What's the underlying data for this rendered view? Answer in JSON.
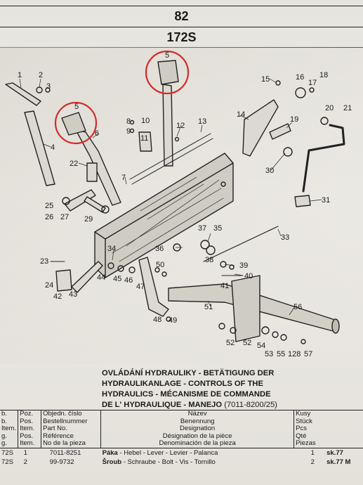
{
  "header": {
    "page_number": "82",
    "model": "172S"
  },
  "callouts": [
    {
      "num": "1"
    },
    {
      "num": "2"
    },
    {
      "num": "3"
    },
    {
      "num": "4"
    },
    {
      "num": "5"
    },
    {
      "num": "5"
    },
    {
      "num": "6"
    },
    {
      "num": "7"
    },
    {
      "num": "8"
    },
    {
      "num": "9"
    },
    {
      "num": "10"
    },
    {
      "num": "11"
    },
    {
      "num": "12"
    },
    {
      "num": "13"
    },
    {
      "num": "14"
    },
    {
      "num": "15"
    },
    {
      "num": "16"
    },
    {
      "num": "17"
    },
    {
      "num": "18"
    },
    {
      "num": "19"
    },
    {
      "num": "20"
    },
    {
      "num": "21"
    },
    {
      "num": "22"
    },
    {
      "num": "23"
    },
    {
      "num": "24"
    },
    {
      "num": "25"
    },
    {
      "num": "26"
    },
    {
      "num": "27"
    },
    {
      "num": "29"
    },
    {
      "num": "30"
    },
    {
      "num": "31"
    },
    {
      "num": "33"
    },
    {
      "num": "34"
    },
    {
      "num": "35"
    },
    {
      "num": "36"
    },
    {
      "num": "37"
    },
    {
      "num": "38"
    },
    {
      "num": "39"
    },
    {
      "num": "40"
    },
    {
      "num": "41"
    },
    {
      "num": "42"
    },
    {
      "num": "43"
    },
    {
      "num": "44"
    },
    {
      "num": "45"
    },
    {
      "num": "46"
    },
    {
      "num": "47"
    },
    {
      "num": "48"
    },
    {
      "num": "49"
    },
    {
      "num": "50"
    },
    {
      "num": "51"
    },
    {
      "num": "52"
    },
    {
      "num": "52"
    },
    {
      "num": "53"
    },
    {
      "num": "54"
    },
    {
      "num": "55"
    },
    {
      "num": "56"
    },
    {
      "num": "57"
    },
    {
      "num": "128"
    }
  ],
  "caption": {
    "line1": "OVLÁDÁNÍ HYDRAULIKY - BETÄTIGUNG DER",
    "line2": "HYDRAULIKANLAGE - CONTROLS OF THE",
    "line3": "HYDRAULICS - MÉCANISME DE COMMANDE",
    "line4": "DE L' HYDRAULIQUE - MANEJO",
    "line4_code": "(7011-8200/25)"
  },
  "columns": {
    "col0": [
      "b.",
      "b.",
      "Item.",
      "g.",
      "g."
    ],
    "poz": [
      "Poz.",
      "Pos.",
      "Item.",
      "Pos.",
      "Item."
    ],
    "cislo": [
      "Objedn. číslo",
      "Bestellnummer",
      "Part No.",
      "Référence",
      "No de la pieza"
    ],
    "nazev": [
      "Název",
      "Benennung",
      "Designation",
      "Désignation de la pièce",
      "Denominación de la pieza"
    ],
    "kusy": [
      "Kusy",
      "Stück",
      "Pcs",
      "Qté",
      "Piezas"
    ]
  },
  "rows": [
    {
      "model": "72S",
      "pos": "1",
      "part_no": "7011-8251",
      "name_bold": "Páka",
      "name_rest": " - Hebel - Lever - Levier - Palanca",
      "qty": "1",
      "ref": "sk.77",
      "ref_extra": ""
    },
    {
      "model": "72S",
      "pos": "2",
      "part_no": "99-9732",
      "name_bold": "Šroub",
      "name_rest": " - Schraube - Bolt - Vis - Tornillo",
      "qty": "2",
      "ref": "sk.77",
      "ref_extra": "M"
    }
  ]
}
